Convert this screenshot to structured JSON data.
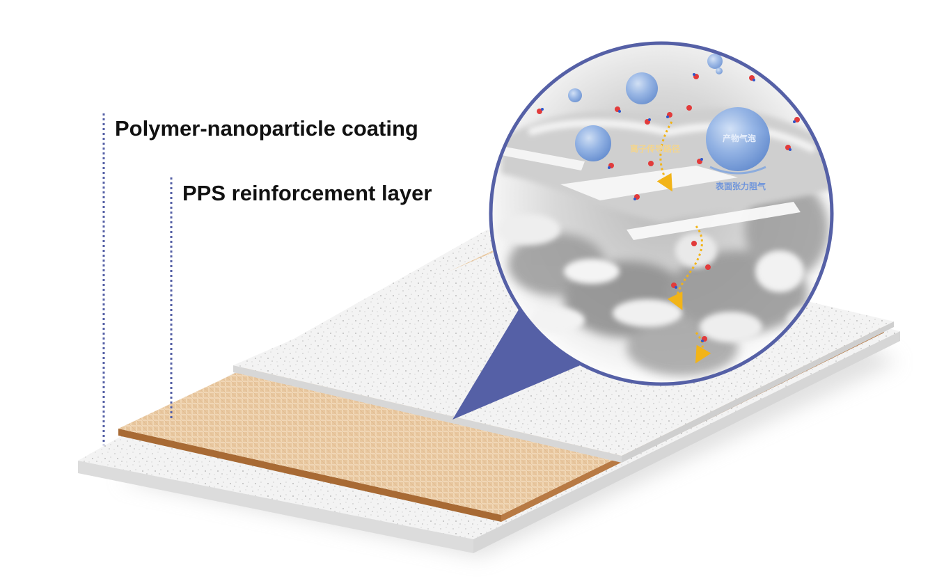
{
  "labels": {
    "coating": "Polymer-nanoparticle coating",
    "pps": "PPS reinforcement layer"
  },
  "inset": {
    "ion_path_label": "离子传导路径",
    "bubble_label": "产物气泡",
    "surface_tension_label": "表面张力阻气"
  },
  "colors": {
    "accent_navy": "#5560a6",
    "pps_layer": "#e6c49b",
    "pps_edge": "#a86a34",
    "coating": "#f1f1f1",
    "bubble": "#7aa2e0",
    "ion_red": "#e23b3b",
    "ion_blue": "#2f56c9",
    "path_arrow": "#f2b418",
    "annotation_text": "#f4d58c"
  }
}
